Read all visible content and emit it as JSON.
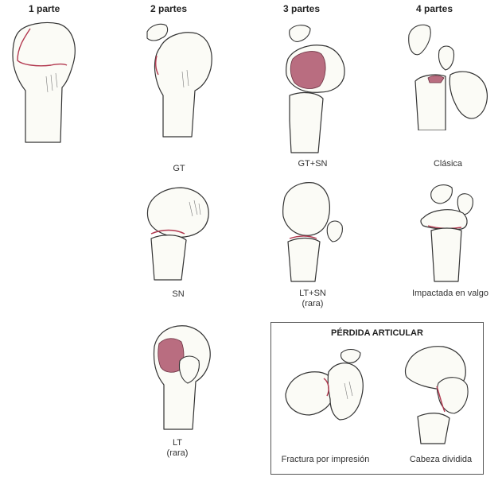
{
  "headers": {
    "one": "1 parte",
    "two": "2 partes",
    "three": "3 partes",
    "four": "4 partes"
  },
  "labels": {
    "gt": "GT",
    "gt_sn": "GT+SN",
    "clasica": "Clásica",
    "sn": "SN",
    "lt_sn": "LT+SN",
    "lt_sn_note": "(rara)",
    "impactada": "Impactada en valgo",
    "lt": "LT",
    "lt_note": "(rara)"
  },
  "box": {
    "title": "PÉRDIDA ARTICULAR",
    "impresion": "Fractura por impresión",
    "dividida": "Cabeza dividida"
  },
  "colors": {
    "fracture": "#b2384f",
    "marrow": "#b96d80",
    "outline": "#333333"
  }
}
